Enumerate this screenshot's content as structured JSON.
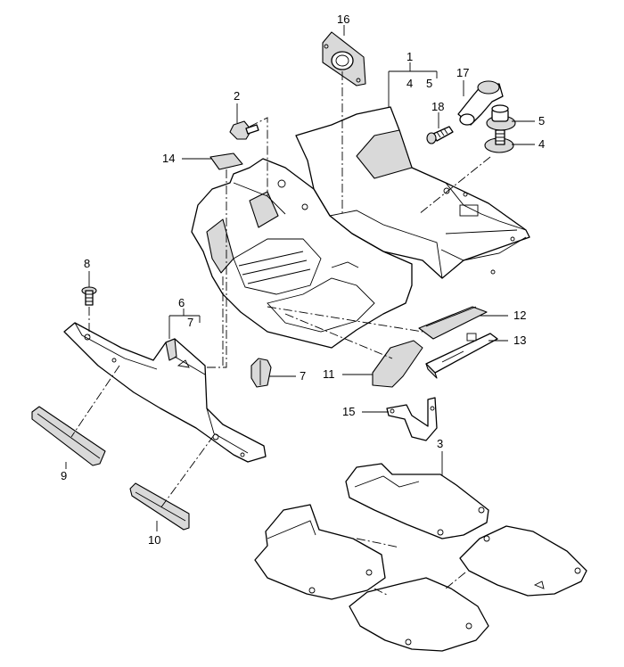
{
  "callouts": {
    "c1": "1",
    "c1a": "4",
    "c1b": "5",
    "c2": "2",
    "c3": "3",
    "c4": "4",
    "c5": "5",
    "c6": "6",
    "c6a": "7",
    "c7": "7",
    "c8": "8",
    "c9": "9",
    "c10": "10",
    "c11": "11",
    "c12": "12",
    "c13": "13",
    "c14": "14",
    "c15": "15",
    "c16": "16",
    "c17": "17",
    "c18": "18"
  }
}
